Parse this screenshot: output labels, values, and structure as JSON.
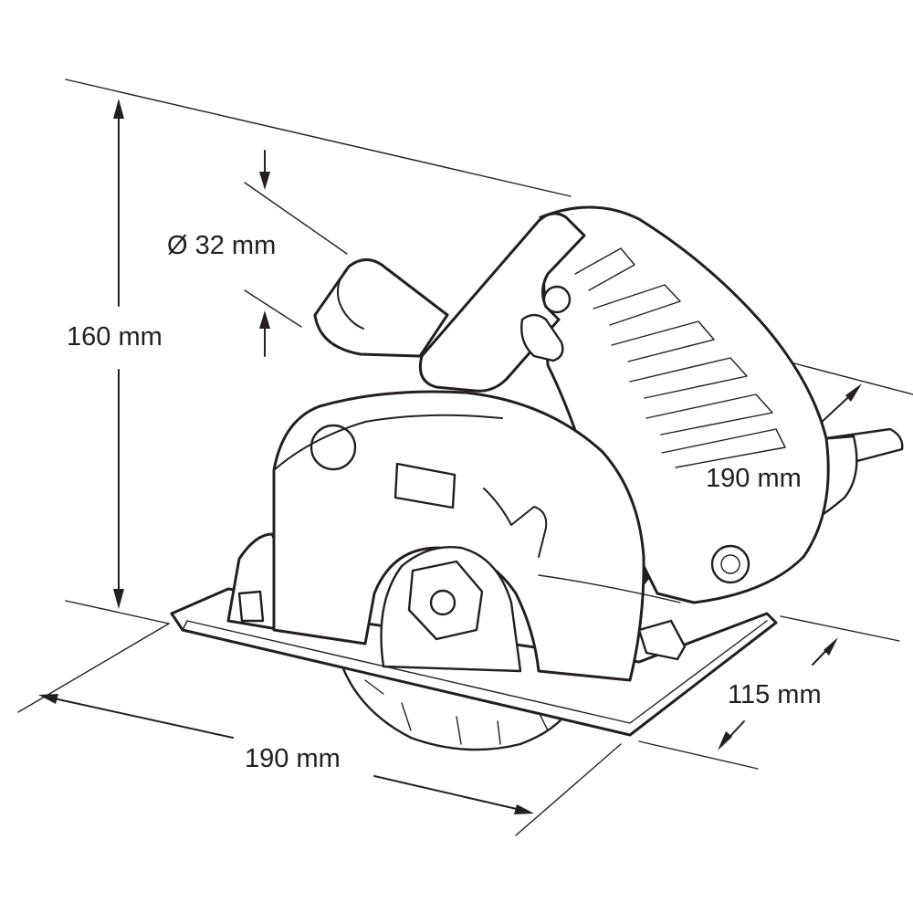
{
  "diagram": {
    "dimensions": {
      "height": "160 mm",
      "dust_port_diameter": "Ø 32 mm",
      "width_front": "190 mm",
      "width_side": "190 mm",
      "depth": "115 mm"
    },
    "colors": {
      "line": "#231f20",
      "background": "#ffffff"
    }
  }
}
